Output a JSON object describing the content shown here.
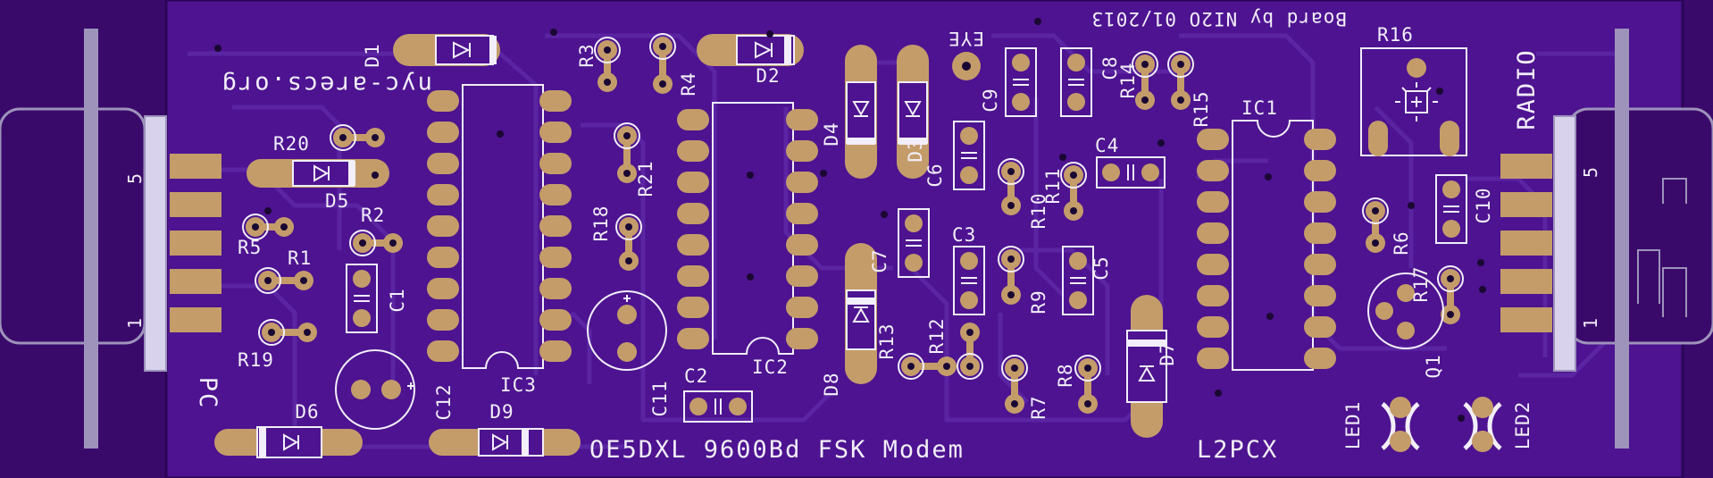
{
  "colors": {
    "background": "#3a0a6b",
    "board": "#4d1390",
    "trace": "#5a24a2",
    "silkscreen": "#f2eefa",
    "pad": "#c49c6a",
    "connector": "#9d93bb",
    "hole": "#1a0833"
  },
  "board": {
    "title": "OE5DXL 9600Bd FSK Modem",
    "version": "L2PCX",
    "credit": "Board by NI2O 01/2013",
    "website": "nyc-arecs.org",
    "left_connector": {
      "label": "PC",
      "pin_high": "5",
      "pin_low": "1"
    },
    "right_connector": {
      "label": "RADIO",
      "pin_high": "5",
      "pin_low": "1"
    },
    "eye_label": "EYE"
  },
  "labels": {
    "ic1": "IC1",
    "ic2": "IC2",
    "ic3": "IC3",
    "d1": "D1",
    "d2": "D2",
    "d3": "D3",
    "d4": "D4",
    "d5": "D5",
    "d6": "D6",
    "d7": "D7",
    "d8": "D8",
    "d9": "D9",
    "r1": "R1",
    "r2": "R2",
    "r3": "R3",
    "r4": "R4",
    "r5": "R5",
    "r6": "R6",
    "r7": "R7",
    "r8": "R8",
    "r9": "R9",
    "r10": "R10",
    "r11": "R11",
    "r12": "R12",
    "r13": "R13",
    "r14": "R14",
    "r15": "R15",
    "r16": "R16",
    "r17": "R17",
    "r18": "R18",
    "r19": "R19",
    "r20": "R20",
    "r21": "R21",
    "c1": "C1",
    "c2": "C2",
    "c3": "C3",
    "c4": "C4",
    "c5": "C5",
    "c6": "C6",
    "c7": "C7",
    "c8": "C8",
    "c9": "C9",
    "c10": "C10",
    "c11": "C11",
    "c12": "C12",
    "q1": "Q1",
    "led1": "LED1",
    "led2": "LED2"
  }
}
